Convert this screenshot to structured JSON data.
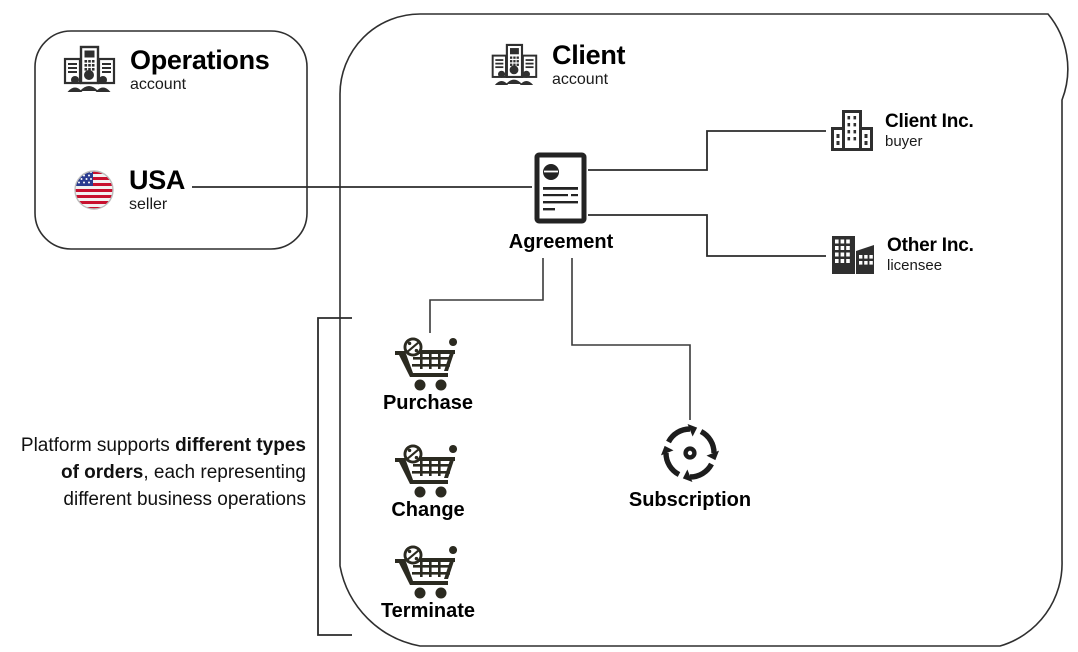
{
  "diagram": {
    "title_hidden": "",
    "groups": [
      {
        "id": "operations",
        "label": "Operations",
        "sublabel": "account",
        "icon": "office-people-icon"
      },
      {
        "id": "client",
        "label": "Client",
        "sublabel": "account",
        "icon": "office-people-icon"
      }
    ],
    "entities": {
      "usa": {
        "label": "USA",
        "role": "seller",
        "icon": "usa-flag-icon"
      },
      "agreement": {
        "label": "Agreement",
        "icon": "document-seal-icon"
      },
      "client_inc": {
        "label": "Client Inc.",
        "role": "buyer",
        "icon": "office-tower-icon"
      },
      "other_inc": {
        "label": "Other Inc.",
        "role": "licensee",
        "icon": "buildings-icon"
      }
    },
    "order_types": [
      {
        "id": "purchase",
        "label": "Purchase",
        "icon": "shopping-cart-icon"
      },
      {
        "id": "change",
        "label": "Change",
        "icon": "shopping-cart-icon"
      },
      {
        "id": "terminate",
        "label": "Terminate",
        "icon": "shopping-cart-icon"
      }
    ],
    "subscription": {
      "label": "Subscription",
      "icon": "recurring-arrows-icon"
    },
    "note": {
      "lead": "Platform supports ",
      "emphasis": "different types of orders",
      "tail": ", each representing different business operations"
    },
    "colors": {
      "line": "#3a3a3a",
      "text": "#111111",
      "icon_dark": "#2f2f2f",
      "cart": "#2b2a20",
      "flag_red": "#c8102e",
      "flag_blue": "#2a3b8f"
    }
  }
}
